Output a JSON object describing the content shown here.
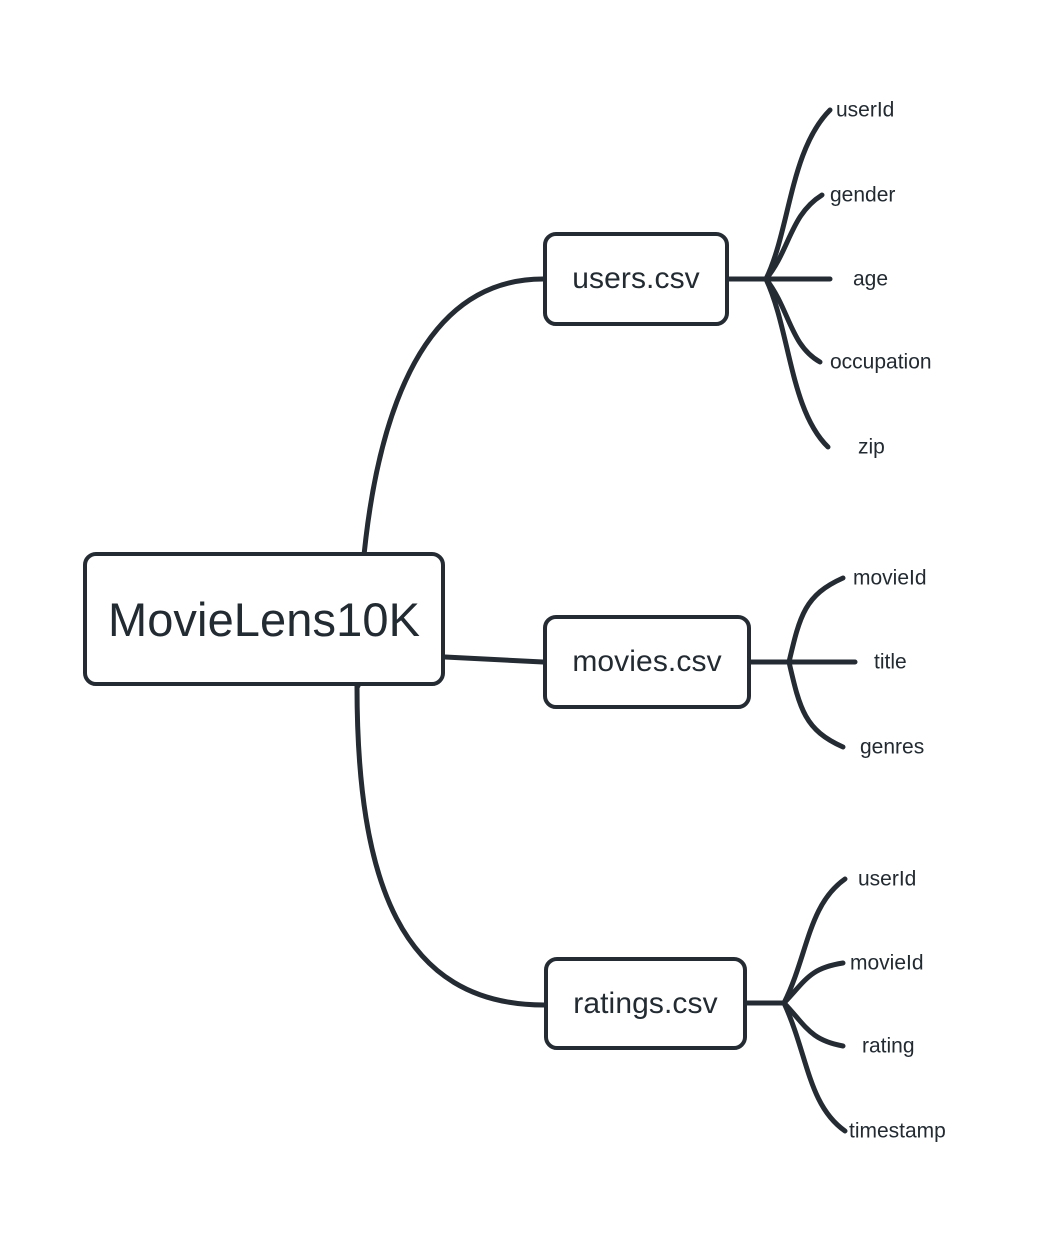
{
  "diagram": {
    "type": "mindmap",
    "title": "MovieLens10K",
    "background_color": "#ffffff",
    "stroke_color": "#242b33",
    "text_color": "#222a32",
    "root": {
      "label": "MovieLens10K"
    },
    "branches": [
      {
        "id": "users",
        "label": "users.csv",
        "fields": [
          {
            "label": "userId"
          },
          {
            "label": "gender"
          },
          {
            "label": "age"
          },
          {
            "label": "occupation"
          },
          {
            "label": "zip"
          }
        ]
      },
      {
        "id": "movies",
        "label": "movies.csv",
        "fields": [
          {
            "label": "movieId"
          },
          {
            "label": "title"
          },
          {
            "label": "genres"
          }
        ]
      },
      {
        "id": "ratings",
        "label": "ratings.csv",
        "fields": [
          {
            "label": "userId"
          },
          {
            "label": "movieId"
          },
          {
            "label": "rating"
          },
          {
            "label": "timestamp"
          }
        ]
      }
    ]
  }
}
